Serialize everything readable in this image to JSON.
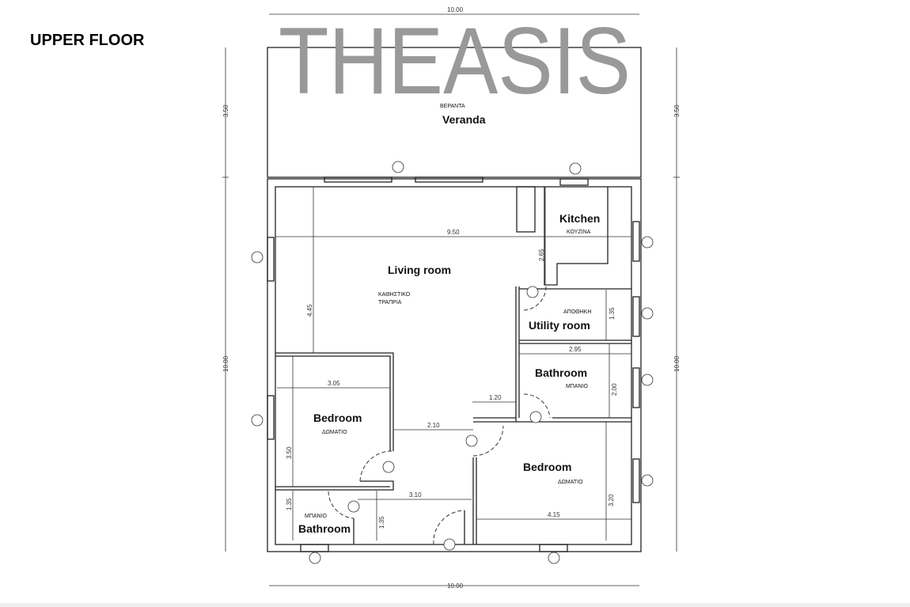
{
  "title": "UPPER FLOOR",
  "watermark": "THEASIS",
  "rooms": {
    "veranda": {
      "greek": "ΒΕΡΑΝΤΑ",
      "label": "Veranda"
    },
    "kitchen": {
      "label": "Kitchen",
      "greek": "ΚΟΥΖΙΝΑ"
    },
    "living": {
      "label": "Living room",
      "greek1": "ΚΑΘΗΣΤΙΚΟ",
      "greek2": "ΤΡΑΠΡΙΑ"
    },
    "utility": {
      "greek": "ΑΠΟΘΗΚΗ",
      "label": "Utility room"
    },
    "bath_right": {
      "label": "Bathroom",
      "greek": "ΜΠΑΝΙΟ"
    },
    "bed_left": {
      "label": "Bedroom",
      "greek": "ΔΩΜΑΤΙΟ"
    },
    "bed_right": {
      "label": "Bedroom",
      "greek": "ΔΩΜΑΤΙΟ"
    },
    "bath_left": {
      "greek": "ΜΠΑΝΙΟ",
      "label": "Bathroom"
    }
  },
  "dimensions": {
    "top": "10.00",
    "bottom": "10.00",
    "left_veranda": "3.50",
    "left_house": "10.00",
    "right_veranda": "3.50",
    "right_house": "10.00",
    "living_width": "9.50",
    "living_depth": "4.45",
    "kitchen_depth": "2.65",
    "utility_depth": "1.35",
    "bath_right_width": "2.95",
    "bath_right_depth": "2.00",
    "bed_left_width": "3.05",
    "bed_left_depth": "3.50",
    "hall_width": "2.10",
    "hall_offset": "1.20",
    "bed_right_depth": "3.20",
    "bed_right_width": "4.15",
    "hall_lower": "3.10",
    "bath_left_depth": "1.35",
    "hall_lower_depth": "1.35"
  }
}
